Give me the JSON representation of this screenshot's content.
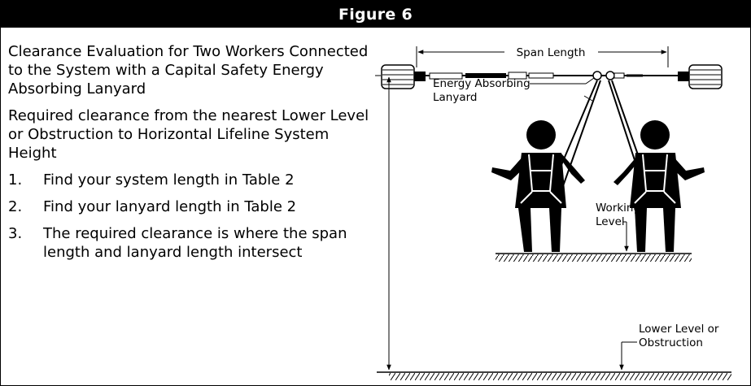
{
  "figure": {
    "title": "Figure 6"
  },
  "text": {
    "heading": "Clearance Evaluation for Two Workers Connected to the System with a Capital Safety Energy Absorbing Lanyard",
    "intro": "Required clearance from the nearest Lower Level or Obstruction to Horizontal Lifeline System Height",
    "steps": [
      {
        "num": "1.",
        "text": "Find your system length in Table 2"
      },
      {
        "num": "2.",
        "text": "Find your lanyard length in Table 2"
      },
      {
        "num": "3.",
        "text": "The required clearance is where the span length and lanyard length intersect"
      }
    ]
  },
  "diagram": {
    "span_label": "Span Length",
    "lanyard_label_line1": "Energy Absorbing",
    "lanyard_label_line2": "Lanyard",
    "working_label_line1": "Working",
    "working_label_line2": "Level",
    "lower_label_line1": "Lower Level or",
    "lower_label_line2": "Obstruction"
  }
}
